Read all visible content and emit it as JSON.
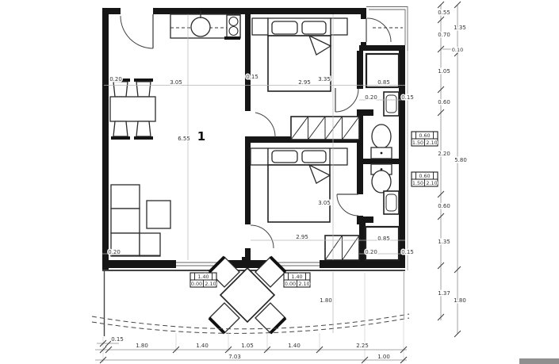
{
  "meta": {
    "background_color": "#ffffff",
    "wall_color": "#161616",
    "dimension_text_color": "#333333",
    "dimension_line_color": "#b5b5b5",
    "scrollbar_color": "#8f8f8f"
  },
  "icons": {
    "sink": "circle-with-tap",
    "stove": "two-burner-cooktop",
    "toilet": "bowl-with-tank",
    "washbasin": "rounded-basin-in-rect",
    "wardrobe": "hatched-cabinet",
    "door": "quarter-circle-swing"
  },
  "room_label": "1",
  "dims": {
    "wall_left_top": "0.20",
    "living_width": "3.05",
    "living_height": "6.55",
    "kitchen_wall": "0.15",
    "bed1_width": "2.95",
    "bed1_height": "3.35",
    "closet1_width": "0.85",
    "bath1_wall_left": "0.20",
    "bath1_wall_right": "0.15",
    "bed2_height": "3.05",
    "bed2_width": "2.95",
    "closet2_width": "0.85",
    "closet2_wall_left": "0.20",
    "closet2_wall_right": "0.15",
    "wall_left_bottom": "0.20",
    "terrace_depth": "1.80"
  },
  "bottom_chain": {
    "wall": "0.15",
    "segments": [
      "1.80",
      "1.40",
      "1.05",
      "1.40",
      "2.25"
    ],
    "totals": [
      "7.03",
      "1.00"
    ]
  },
  "right_chain_inner": [
    "0.55",
    "0.70",
    "1.05",
    "0.60",
    "2.20",
    "0.60",
    "1.35",
    "1.37"
  ],
  "right_chain_outer": [
    "1.35",
    "5.80",
    "1.80"
  ],
  "right_chain_small": "0.10",
  "openings": {
    "window1": {
      "width": "0.60",
      "sill": "1.50",
      "head": "2.10"
    },
    "window2": {
      "width": "0.60",
      "sill": "1.50",
      "head": "2.10"
    },
    "door1": {
      "width": "1.40",
      "sill": "0.00",
      "head": "2.10"
    },
    "door2": {
      "width": "1.40",
      "sill": "0.00",
      "head": "2.10"
    }
  }
}
